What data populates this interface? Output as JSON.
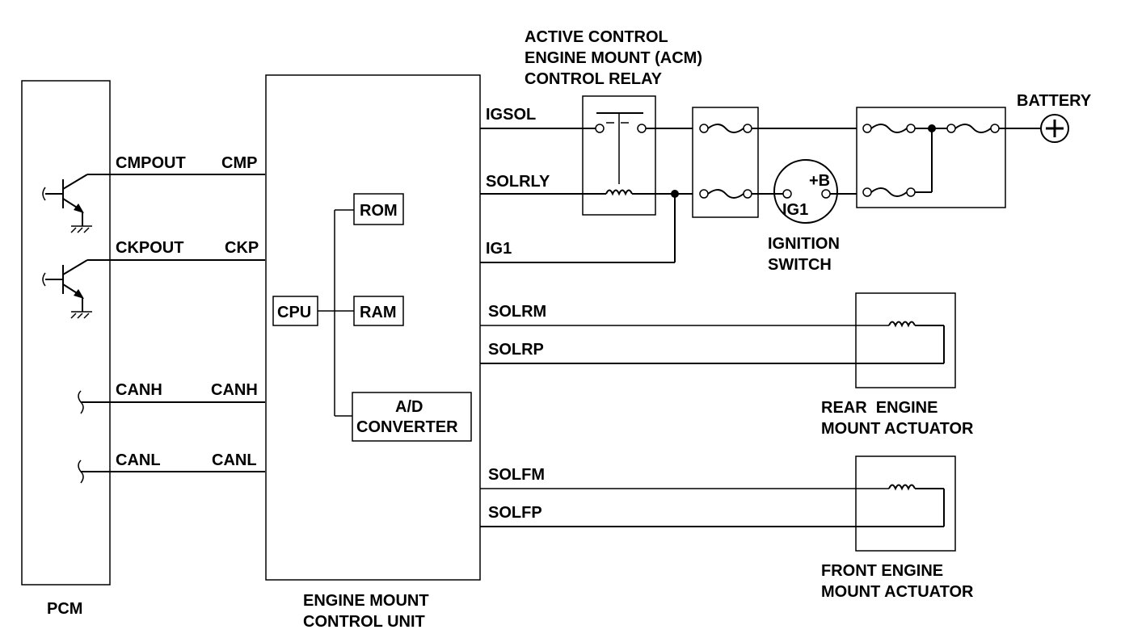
{
  "pcm": {
    "title": "PCM"
  },
  "ecu": {
    "title_line1": "ENGINE MOUNT",
    "title_line2": "CONTROL UNIT"
  },
  "blocks": {
    "cpu": "CPU",
    "rom": "ROM",
    "ram": "RAM",
    "adc_line1": "A/D",
    "adc_line2": "CONVERTER"
  },
  "signals": {
    "cmpout": "CMPOUT",
    "cmp": "CMP",
    "ckpout": "CKPOUT",
    "ckp": "CKP",
    "canh_pcm": "CANH",
    "canh_ecu": "CANH",
    "canl_pcm": "CANL",
    "canl_ecu": "CANL",
    "igsol": "IGSOL",
    "solrly": "SOLRLY",
    "ig1": "IG1",
    "solrm": "SOLRM",
    "solrp": "SOLRP",
    "solfm": "SOLFM",
    "solfp": "SOLFP"
  },
  "relay": {
    "line1": "ACTIVE CONTROL",
    "line2": "ENGINE MOUNT (ACM)",
    "line3": "CONTROL RELAY"
  },
  "ignition": {
    "plus_b": "+B",
    "ig1": "IG1",
    "line1": "IGNITION",
    "line2": "SWITCH"
  },
  "battery": {
    "label": "BATTERY"
  },
  "rear_actuator": {
    "line1": "REAR  ENGINE",
    "line2": "MOUNT ACTUATOR"
  },
  "front_actuator": {
    "line1": "FRONT ENGINE",
    "line2": "MOUNT ACTUATOR"
  }
}
